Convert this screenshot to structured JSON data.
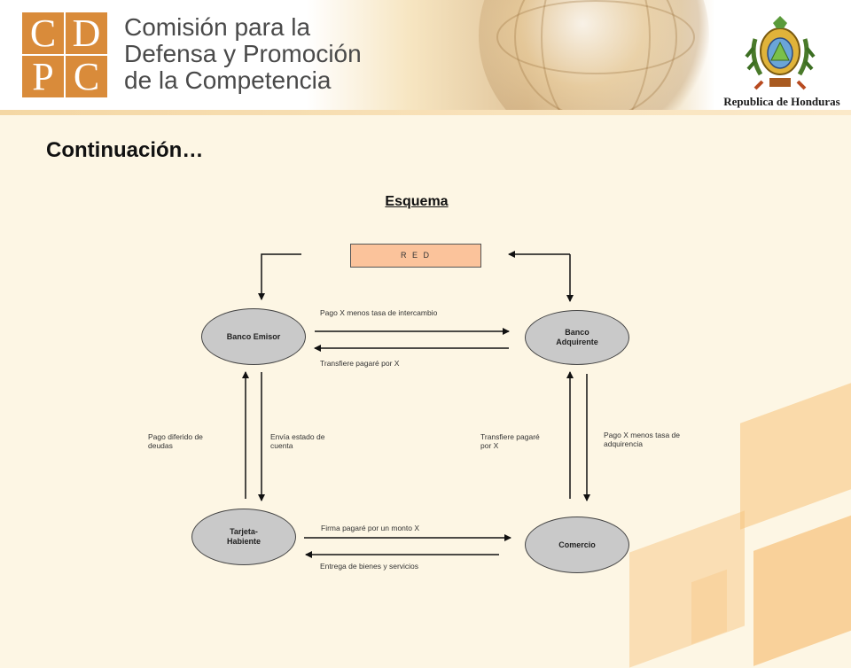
{
  "header": {
    "logo_letters": [
      "C",
      "D",
      "P",
      "C"
    ],
    "org_name_lines": [
      "Comisión para la",
      "Defensa y Promoción",
      "de la Competencia"
    ],
    "country": "Republica de Honduras"
  },
  "page_title": "Continuación…",
  "diagram": {
    "title": "Esquema",
    "top_node": "R E D",
    "nodes": {
      "banco_emisor": "Banco Emisor",
      "banco_adquirente": "Banco Adquirente",
      "tarjeta_habiente": "Tarjeta- Habiente",
      "comercio": "Comercio"
    },
    "edge_labels": {
      "pago_intercambio": "Pago X menos tasa de intercambio",
      "transfiere_top": "Transfiere pagaré por X",
      "pago_diferido": "Pago diferido de deudas",
      "envia_estado": "Envía estado de cuenta",
      "transfiere_right": "Transfiere pagaré por X",
      "pago_adquirencia": "Pago X menos tasa de adquirencia",
      "firma_pagare": "Firma pagaré por un monto X",
      "entrega": "Entrega de bienes y servicios"
    }
  },
  "colors": {
    "logo_orange": "#d98b3a",
    "red_box": "#fbc39b",
    "node_fill": "#c9c9c9",
    "background": "#fdf6e4"
  }
}
